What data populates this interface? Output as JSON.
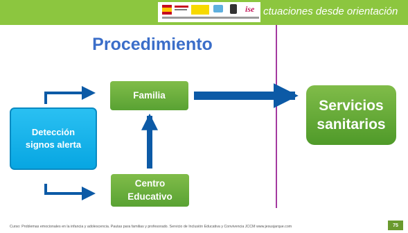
{
  "header": {
    "title": "ctuaciones desde orientación",
    "logos": [
      "spain-flag-logo",
      "ministerio-logo",
      "fse-logo",
      "eu-logo",
      "castilla-la-mancha-logo",
      "ise-logo"
    ]
  },
  "slide": {
    "title": "Procedimiento"
  },
  "diagram": {
    "nodes": {
      "deteccion": {
        "line1": "Detección",
        "line2": "signos alerta"
      },
      "familia": {
        "label": "Familia"
      },
      "centro": {
        "line1": "Centro",
        "line2": "Educativo"
      },
      "servicios": {
        "line1": "Servicios",
        "line2": "sanitarios"
      }
    },
    "edges": [
      {
        "from": "deteccion",
        "to": "familia"
      },
      {
        "from": "deteccion",
        "to": "centro"
      },
      {
        "from": "centro",
        "to": "familia"
      },
      {
        "from": "familia",
        "to": "servicios"
      }
    ]
  },
  "footer": {
    "text": "Curso: Problemas emocionales en la infancia y adolescencia. Pautas para familias y profesorado.    Servicio de Inclusión Educativa y Convivencia JCCM    www.jesusjarque.com",
    "page": "75"
  },
  "colors": {
    "header_green": "#8cc63f",
    "title_blue": "#3b6ec9",
    "box_green": "#6fb03e",
    "box_blue": "#0fb0ea",
    "arrow_blue": "#0c5aa6",
    "divider_purple": "#a4399f"
  }
}
